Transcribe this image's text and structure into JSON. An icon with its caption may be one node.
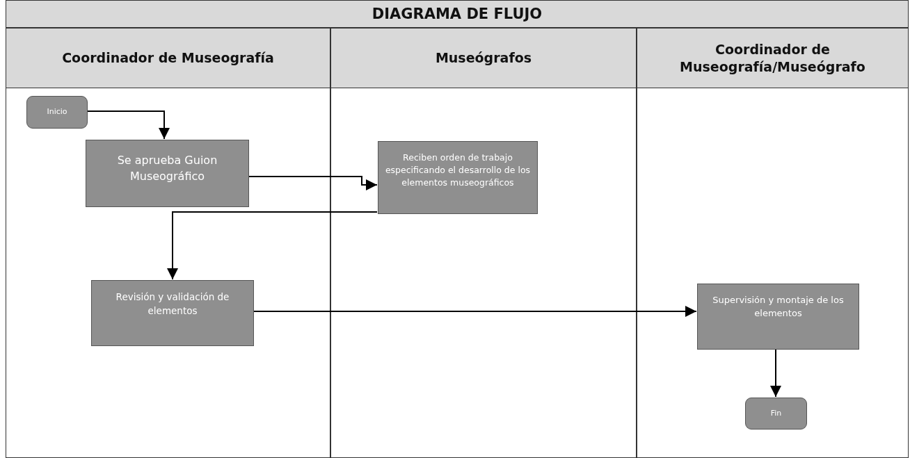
{
  "diagram": {
    "title": "DIAGRAMA DE FLUJO",
    "nodes": [
      {
        "text": [
          "Coordinador de Museografía"
        ]
      },
      {
        "text": [
          "Museógrafos"
        ]
      },
      {
        "text": [
          "Coordinador de Museografía/Museógrafo"
        ]
      },
      {
        "text": [
          "Inicio"
        ],
        "in": 0
      },
      {
        "text": [
          "Se aprueba Guion Museográfico"
        ],
        "in": 0
      },
      {
        "text": [
          "Reciben orden de trabajo especificando el desarrollo de los elementos museográficos"
        ],
        "in": 1
      },
      {
        "text": [
          "Revisión y validación de elementos"
        ],
        "in": 0
      },
      {
        "text": [
          "Supervisión y montaje de los elementos"
        ],
        "in": 2
      },
      {
        "text": [
          "Fin"
        ],
        "in": 2
      }
    ],
    "edges": [
      {
        "from": 3,
        "to": 4,
        "arrow": "to"
      },
      {
        "from": 4,
        "to": 5,
        "arrow": "to"
      },
      {
        "from": 5,
        "to": 6,
        "arrow": "to"
      },
      {
        "from": 6,
        "to": 7,
        "arrow": "to"
      },
      {
        "from": 7,
        "to": 8,
        "arrow": "to"
      }
    ]
  }
}
